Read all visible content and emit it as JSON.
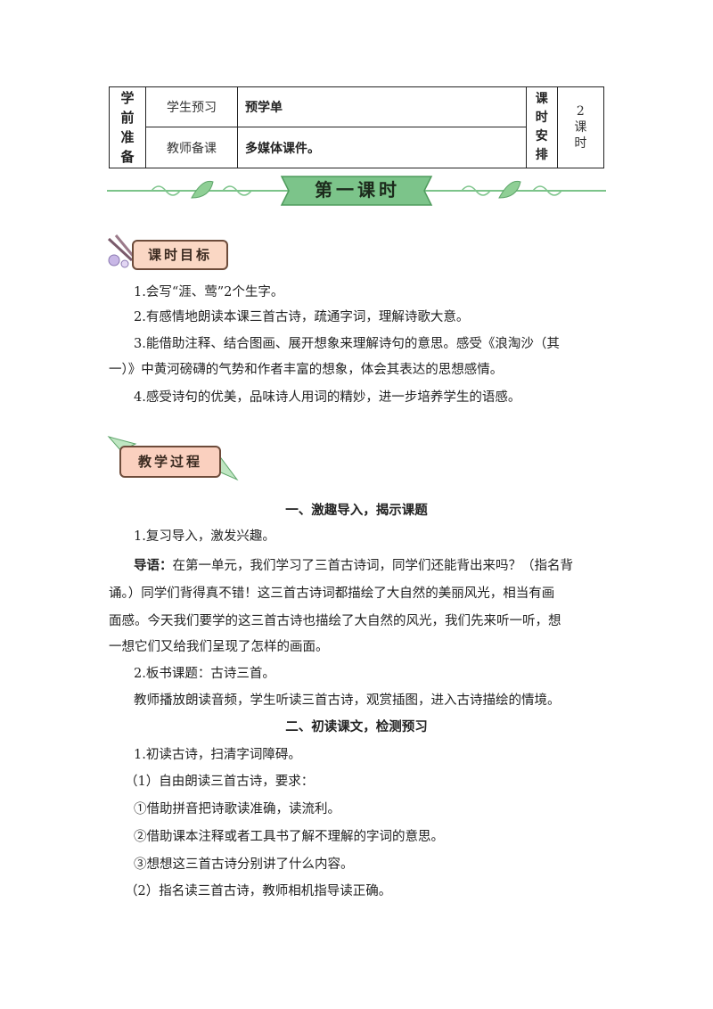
{
  "prep_table": {
    "row_label": [
      "学",
      "前",
      "准",
      "备"
    ],
    "rows": [
      {
        "key": "学生预习",
        "value": "预学单"
      },
      {
        "key": "教师备课",
        "value": "多媒体课件。"
      }
    ],
    "time_label": [
      "课",
      "时",
      "安",
      "排"
    ],
    "time_value": [
      "2",
      "课",
      "时"
    ]
  },
  "banner": {
    "title": "第一课时"
  },
  "section_goals": {
    "label": "课时目标"
  },
  "goals": [
    "1.会写“涯、莺”2个生字。",
    "2.有感情地朗读本课三首古诗，疏通字词，理解诗歌大意。",
    "3.能借助注释、结合图画、展开想象来理解诗句的意思。感受《浪淘沙（其",
    "一）》中黄河磅礴的气势和作者丰富的想象，体会其表达的思想感情。",
    "4.感受诗句的优美，品味诗人用词的精妙，进一步培养学生的语感。"
  ],
  "section_process": {
    "label": "教学过程"
  },
  "process": {
    "part1_title": "一、激趣导入，揭示课题",
    "p1": "1.复习导入，激发兴趣。",
    "intro_label": "导语：",
    "intro_line1": "在第一单元，我们学习了三首古诗词，同学们还能背出来吗？（指名背",
    "intro_line2": "诵。）同学们背得真不错！这三首古诗词都描绘了大自然的美丽风光，相当有画",
    "intro_line3": "面感。今天我们要学的这三首古诗也描绘了大自然的风光，我们先来听一听，想",
    "intro_line4": "一想它们又给我们呈现了怎样的画面。",
    "p2": "2.板书课题：古诗三首。",
    "p3": "教师播放朗读音频，学生听读三首古诗，观赏插图，进入古诗描绘的情境。",
    "part2_title": "二、初读课文，检测预习",
    "q1": "1.初读古诗，扫清字词障碍。",
    "q2": "（1）自由朗读三首古诗，要求：",
    "q3": "①借助拼音把诗歌读准确，读流利。",
    "q4": "②借助课本注释或者工具书了解不理解的字词的意思。",
    "q5": "③想想这三首古诗分别讲了什么内容。",
    "q6": "（2）指名读三首古诗，教师相机指导读正确。"
  },
  "colors": {
    "banner_green": "#7cc48a",
    "badge_fill": "#fad7c4",
    "leaf_green": "#8fcf95"
  }
}
